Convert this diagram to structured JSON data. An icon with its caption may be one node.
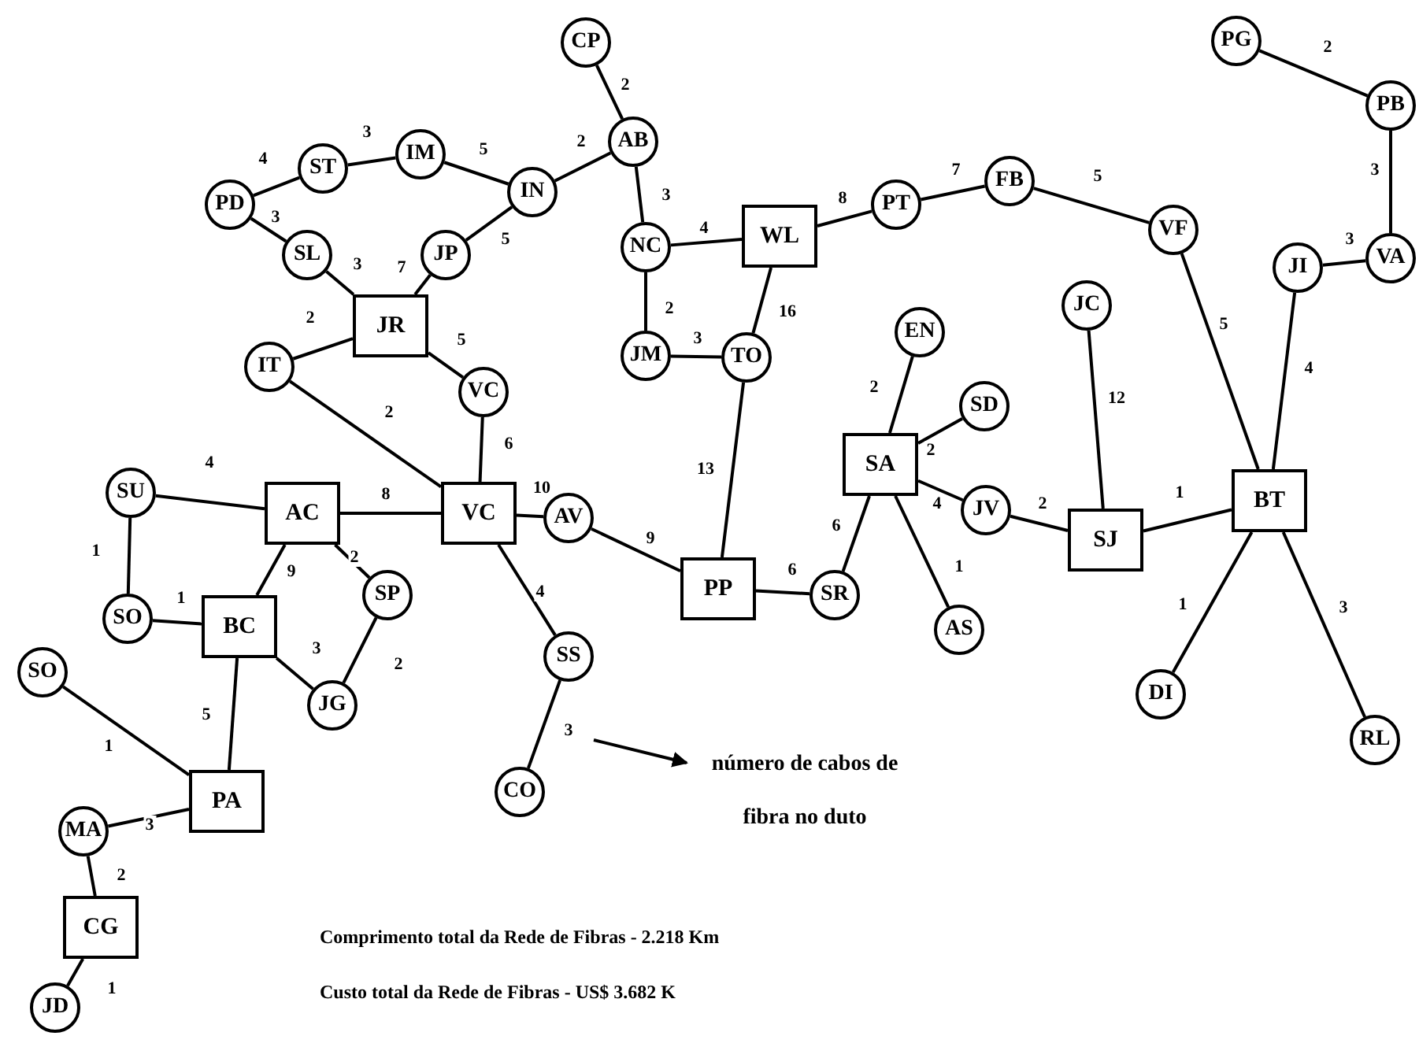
{
  "diagram": {
    "nodes": [
      {
        "text": [
          "PG"
        ]
      },
      {
        "text": [
          "CP"
        ]
      },
      {
        "text": [
          "PB"
        ]
      },
      {
        "text": [
          "AB"
        ]
      },
      {
        "text": [
          "IM"
        ]
      },
      {
        "text": [
          "ST"
        ]
      },
      {
        "text": [
          "FB"
        ]
      },
      {
        "text": [
          "IN"
        ]
      },
      {
        "text": [
          "PD"
        ]
      },
      {
        "text": [
          "PT"
        ]
      },
      {
        "text": [
          "WL"
        ]
      },
      {
        "text": [
          "VF"
        ]
      },
      {
        "text": [
          "NC"
        ]
      },
      {
        "text": [
          "SL"
        ]
      },
      {
        "text": [
          "JP"
        ]
      },
      {
        "text": [
          "VA"
        ]
      },
      {
        "text": [
          "JI"
        ]
      },
      {
        "text": [
          "JC"
        ]
      },
      {
        "text": [
          "JR"
        ]
      },
      {
        "text": [
          "EN"
        ]
      },
      {
        "text": [
          "JM"
        ]
      },
      {
        "text": [
          "TO"
        ]
      },
      {
        "text": [
          "IT"
        ]
      },
      {
        "text": [
          "VC"
        ]
      },
      {
        "text": [
          "SD"
        ]
      },
      {
        "text": [
          "SA"
        ]
      },
      {
        "text": [
          "SU"
        ]
      },
      {
        "text": [
          "BT"
        ]
      },
      {
        "text": [
          "AC"
        ]
      },
      {
        "text": [
          "VC"
        ]
      },
      {
        "text": [
          "AV"
        ]
      },
      {
        "text": [
          "JV"
        ]
      },
      {
        "text": [
          "SJ"
        ]
      },
      {
        "text": [
          "PP"
        ]
      },
      {
        "text": [
          "SP"
        ]
      },
      {
        "text": [
          "SR"
        ]
      },
      {
        "text": [
          "SO"
        ]
      },
      {
        "text": [
          "BC"
        ]
      },
      {
        "text": [
          "AS"
        ]
      },
      {
        "text": [
          "SS"
        ]
      },
      {
        "text": [
          "SO"
        ]
      },
      {
        "text": [
          "DI"
        ]
      },
      {
        "text": [
          "JG"
        ]
      },
      {
        "text": [
          "RL"
        ]
      },
      {
        "text": [
          "número de cabos de fibra no duto"
        ]
      },
      {
        "text": [
          "CO"
        ]
      },
      {
        "text": [
          "PA"
        ]
      },
      {
        "text": [
          "MA"
        ]
      },
      {
        "text": [
          "CG"
        ]
      },
      {
        "text": [
          "JD"
        ]
      }
    ],
    "edges": [
      {
        "from": 1,
        "to": 3,
        "arrow": "none",
        "label": "2"
      },
      {
        "from": 3,
        "to": 7,
        "arrow": "none",
        "label": "2"
      },
      {
        "from": 3,
        "to": 12,
        "arrow": "none",
        "label": "3"
      },
      {
        "from": 7,
        "to": 4,
        "arrow": "none",
        "label": "5"
      },
      {
        "from": 4,
        "to": 5,
        "arrow": "none",
        "label": "3"
      },
      {
        "from": 5,
        "to": 8,
        "arrow": "none",
        "label": "4"
      },
      {
        "from": 8,
        "to": 13,
        "arrow": "none",
        "label": "3"
      },
      {
        "from": 13,
        "to": 18,
        "arrow": "none",
        "label": "3"
      },
      {
        "from": 14,
        "to": 18,
        "arrow": "none",
        "label": "7"
      },
      {
        "from": 7,
        "to": 14,
        "arrow": "none",
        "label": "5"
      },
      {
        "from": 12,
        "to": 10,
        "arrow": "none",
        "label": "4"
      },
      {
        "from": 12,
        "to": 20,
        "arrow": "none",
        "label": "2"
      },
      {
        "from": 20,
        "to": 21,
        "arrow": "none",
        "label": "3"
      },
      {
        "from": 10,
        "to": 21,
        "arrow": "none",
        "label": "16"
      },
      {
        "from": 10,
        "to": 9,
        "arrow": "none",
        "label": "8"
      },
      {
        "from": 9,
        "to": 6,
        "arrow": "none",
        "label": "7"
      },
      {
        "from": 6,
        "to": 11,
        "arrow": "none",
        "label": "5"
      },
      {
        "from": 11,
        "to": 27,
        "arrow": "none",
        "label": "5"
      },
      {
        "from": 0,
        "to": 2,
        "arrow": "none",
        "label": "2"
      },
      {
        "from": 2,
        "to": 15,
        "arrow": "none",
        "label": "3"
      },
      {
        "from": 15,
        "to": 16,
        "arrow": "none",
        "label": "3"
      },
      {
        "from": 16,
        "to": 27,
        "arrow": "none",
        "label": "4"
      },
      {
        "from": 17,
        "to": 32,
        "arrow": "none",
        "label": "12"
      },
      {
        "from": 32,
        "to": 27,
        "arrow": "none",
        "label": "1"
      },
      {
        "from": 27,
        "to": 41,
        "arrow": "none",
        "label": "1"
      },
      {
        "from": 27,
        "to": 43,
        "arrow": "none",
        "label": "3"
      },
      {
        "from": 19,
        "to": 25,
        "arrow": "none",
        "label": "2"
      },
      {
        "from": 25,
        "to": 24,
        "arrow": "none",
        "label": "2"
      },
      {
        "from": 25,
        "to": 31,
        "arrow": "none",
        "label": "4"
      },
      {
        "from": 31,
        "to": 32,
        "arrow": "none",
        "label": "2"
      },
      {
        "from": 25,
        "to": 35,
        "arrow": "none",
        "label": "6"
      },
      {
        "from": 25,
        "to": 38,
        "arrow": "none",
        "label": "1"
      },
      {
        "from": 33,
        "to": 35,
        "arrow": "none",
        "label": "6"
      },
      {
        "from": 21,
        "to": 33,
        "arrow": "none",
        "label": "13"
      },
      {
        "from": 30,
        "to": 33,
        "arrow": "none",
        "label": "9"
      },
      {
        "from": 29,
        "to": 30,
        "arrow": "none",
        "label": "10"
      },
      {
        "from": 18,
        "to": 22,
        "arrow": "none",
        "label": "2"
      },
      {
        "from": 22,
        "to": 29,
        "arrow": "none",
        "label": "2"
      },
      {
        "from": 18,
        "to": 23,
        "arrow": "none",
        "label": "5"
      },
      {
        "from": 23,
        "to": 29,
        "arrow": "none",
        "label": "6"
      },
      {
        "from": 28,
        "to": 29,
        "arrow": "none",
        "label": "8"
      },
      {
        "from": 26,
        "to": 28,
        "arrow": "none",
        "label": "4"
      },
      {
        "from": 26,
        "to": 36,
        "arrow": "none",
        "label": "1"
      },
      {
        "from": 36,
        "to": 37,
        "arrow": "none",
        "label": "1"
      },
      {
        "from": 28,
        "to": 37,
        "arrow": "none",
        "label": "9"
      },
      {
        "from": 28,
        "to": 34,
        "arrow": "none",
        "label": "2"
      },
      {
        "from": 34,
        "to": 42,
        "arrow": "none",
        "label": "2"
      },
      {
        "from": 37,
        "to": 42,
        "arrow": "none",
        "label": "3"
      },
      {
        "from": 37,
        "to": 46,
        "arrow": "none",
        "label": "5"
      },
      {
        "from": 29,
        "to": 39,
        "arrow": "none",
        "label": "4"
      },
      {
        "from": 39,
        "to": 45,
        "arrow": "none",
        "label": "3"
      },
      {
        "from": 40,
        "to": 46,
        "arrow": "none",
        "label": "1"
      },
      {
        "from": 46,
        "to": 47,
        "arrow": "none",
        "label": "3"
      },
      {
        "from": 47,
        "to": 48,
        "arrow": "none",
        "label": "2"
      },
      {
        "from": 48,
        "to": 49,
        "arrow": "none",
        "label": "1"
      },
      {
        "from": null,
        "to": 44,
        "arrow": "to"
      }
    ],
    "labels": [
      "Comprimento total da Rede de Fibras - 2.218 Km",
      "Custo total da Rede de Fibras - US$ 3.682 K"
    ]
  }
}
